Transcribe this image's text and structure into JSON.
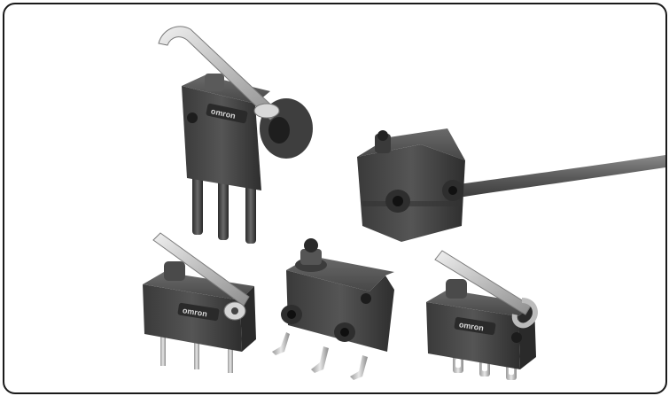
{
  "brand": {
    "logo_text": "omron"
  },
  "products": [
    {
      "kind": "subminiature switch",
      "actuator": "hinge roller lever",
      "terminals": "PCB pin terminals",
      "count": 3
    },
    {
      "kind": "subminiature switch",
      "actuator": "pin plunger",
      "terminals": "pre-wired lead cable"
    },
    {
      "kind": "subminiature switch",
      "actuator": "hinge lever",
      "terminals": "PCB terminals"
    },
    {
      "kind": "subminiature switch",
      "actuator": "pin plunger",
      "terminals": "right-angle PCB terminals"
    },
    {
      "kind": "subminiature switch",
      "actuator": "simulated roller lever",
      "terminals": "solder terminals"
    }
  ],
  "colors": {
    "frame_border": "#1a1a1a",
    "switch_body": "#4a4a4a",
    "lever_metal": "#c9c9c9",
    "background": "#ffffff"
  }
}
